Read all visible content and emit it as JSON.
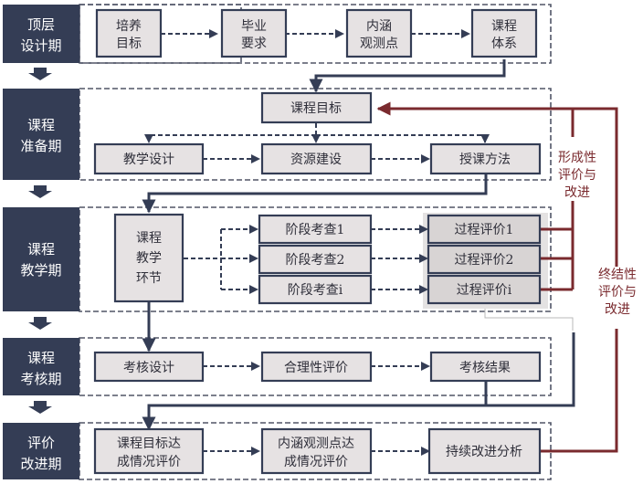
{
  "colors": {
    "phase_bg": "#343d55",
    "box_fill": "#e6e2e3",
    "box_stroke": "#343d55",
    "arrow": "#343d55",
    "dashed_border": "#505567",
    "feedback": "#7a2a2e",
    "highlight_bg": "#d8d6d6"
  },
  "phases": [
    {
      "id": "top-design",
      "lines": [
        "顶层",
        "设计期"
      ]
    },
    {
      "id": "prep",
      "lines": [
        "课程",
        "准备期"
      ]
    },
    {
      "id": "teaching",
      "lines": [
        "课程",
        "教学期"
      ]
    },
    {
      "id": "assessment",
      "lines": [
        "课程",
        "考核期"
      ]
    },
    {
      "id": "evaluation",
      "lines": [
        "评价",
        "改进期"
      ]
    }
  ],
  "boxes": {
    "training_goal": [
      "培养",
      "目标"
    ],
    "graduation_req": [
      "毕业",
      "要求"
    ],
    "observation_points": [
      "内涵",
      "观测点"
    ],
    "curriculum_system": [
      "课程",
      "体系"
    ],
    "course_goal": [
      "课程目标"
    ],
    "teaching_design": [
      "教学设计"
    ],
    "resource_building": [
      "资源建设"
    ],
    "teaching_method": [
      "授课方法"
    ],
    "teaching_link": [
      "课程",
      "教学",
      "环节"
    ],
    "stage_check_1": [
      "阶段考查1"
    ],
    "stage_check_2": [
      "阶段考查2"
    ],
    "stage_check_i": [
      "阶段考查i"
    ],
    "process_eval_1": [
      "过程评价1"
    ],
    "process_eval_2": [
      "过程评价2"
    ],
    "process_eval_i": [
      "过程评价i"
    ],
    "assess_design": [
      "考核设计"
    ],
    "rationality_eval": [
      "合理性评价"
    ],
    "assess_result": [
      "考核结果"
    ],
    "goal_achievement": [
      "课程目标达",
      "成情况评价"
    ],
    "point_achievement": [
      "内涵观测点达",
      "成情况评价"
    ],
    "continuous_improve": [
      "持续改进分析"
    ]
  },
  "feedback_labels": {
    "formative": [
      "形成性",
      "评价与",
      "改进"
    ],
    "summative": [
      "终结性",
      "评价与",
      "改进"
    ]
  }
}
